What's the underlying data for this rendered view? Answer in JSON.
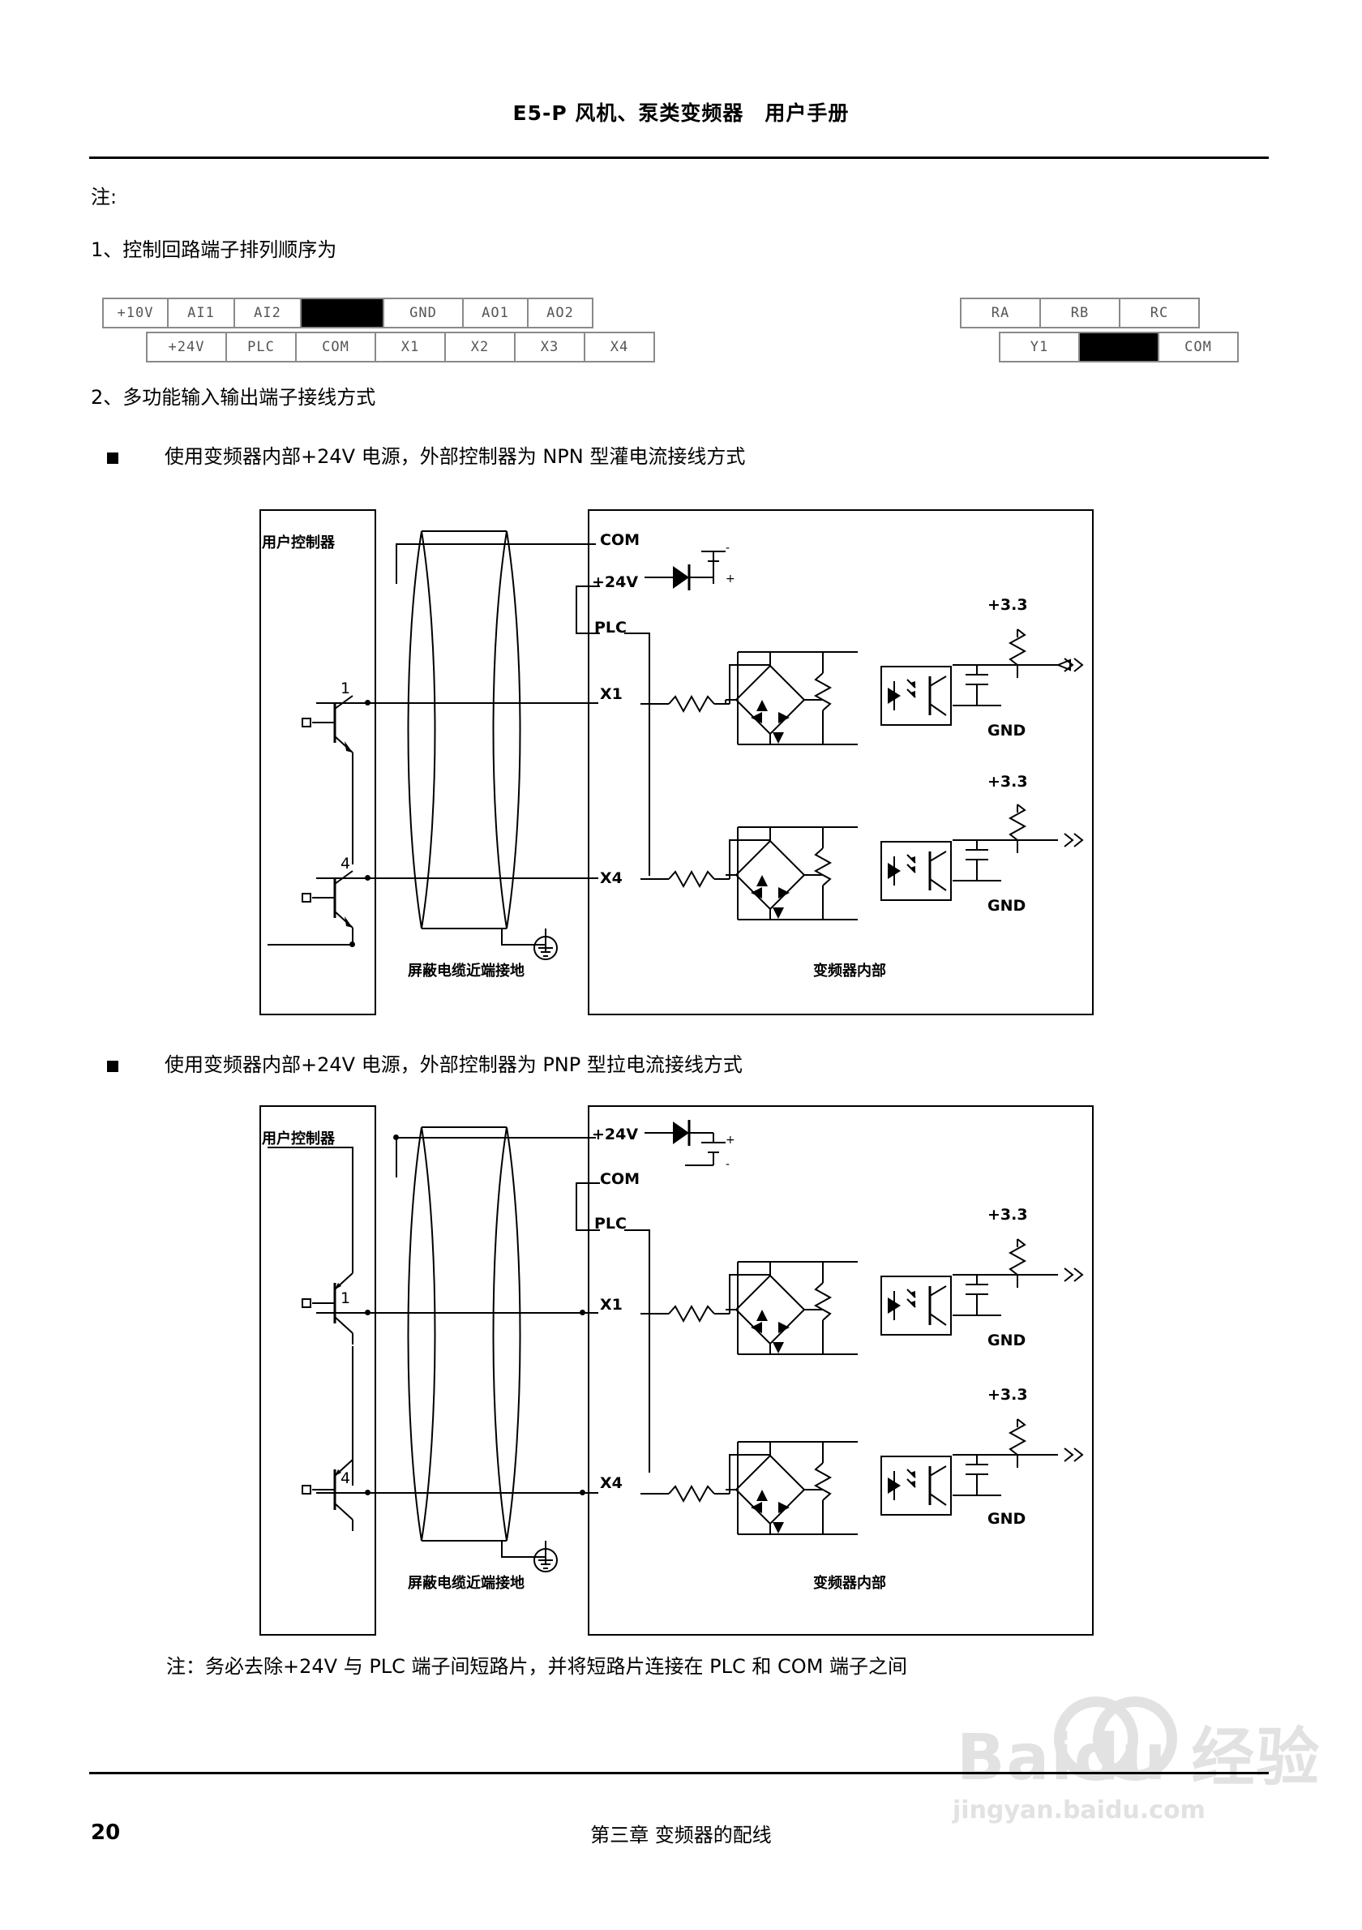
{
  "header": {
    "title": "E5-P 风机、泵类变频器　用户手册"
  },
  "notes": {
    "note_label": "注:",
    "item1": "1、控制回路端子排列顺序为",
    "item2": "2、多功能输入输出端子接线方式",
    "bullet1": "使用变频器内部+24V 电源，外部控制器为 NPN 型灌电流接线方式",
    "bullet2": "使用变频器内部+24V 电源，外部控制器为 PNP 型拉电流接线方式",
    "footnote": "注：务必去除+24V 与 PLC 端子间短路片，并将短路片连接在 PLC 和 COM 端子之间"
  },
  "terminal_strips": {
    "left": {
      "row1": [
        "+10V",
        "AI1",
        "AI2",
        "",
        "GND",
        "AO1",
        "AO2"
      ],
      "row2": [
        "+24V",
        "PLC",
        "COM",
        "X1",
        "X2",
        "X3",
        "X4"
      ]
    },
    "right": {
      "row1": [
        "RA",
        "RB",
        "RC"
      ],
      "row2": [
        "Y1",
        "",
        "COM"
      ]
    }
  },
  "diagram_npn": {
    "user_controller": "用户控制器",
    "terminals": [
      "COM",
      "+24V",
      "PLC",
      "X1",
      "X4"
    ],
    "wire_numbers": [
      "1",
      "4"
    ],
    "rail_labels": [
      "+3.3",
      "+3.3"
    ],
    "gnd_labels": [
      "GND",
      "GND"
    ],
    "shield_note": "屏蔽电缆近端接地",
    "inverter_note": "变频器内部",
    "supply_signs": [
      "-",
      "+"
    ]
  },
  "diagram_pnp": {
    "user_controller": "用户控制器",
    "terminals": [
      "+24V",
      "COM",
      "PLC",
      "X1",
      "X4"
    ],
    "wire_numbers": [
      "1",
      "4"
    ],
    "rail_labels": [
      "+3.3",
      "+3.3"
    ],
    "gnd_labels": [
      "GND",
      "GND"
    ],
    "shield_note": "屏蔽电缆近端接地",
    "inverter_note": "变频器内部",
    "supply_signs": [
      "+",
      "-"
    ]
  },
  "footer": {
    "page_number": "20",
    "chapter": "第三章 变频器的配线"
  },
  "watermark": {
    "line1": "Baidu 经验",
    "line2": "jingyan.baidu.com"
  }
}
